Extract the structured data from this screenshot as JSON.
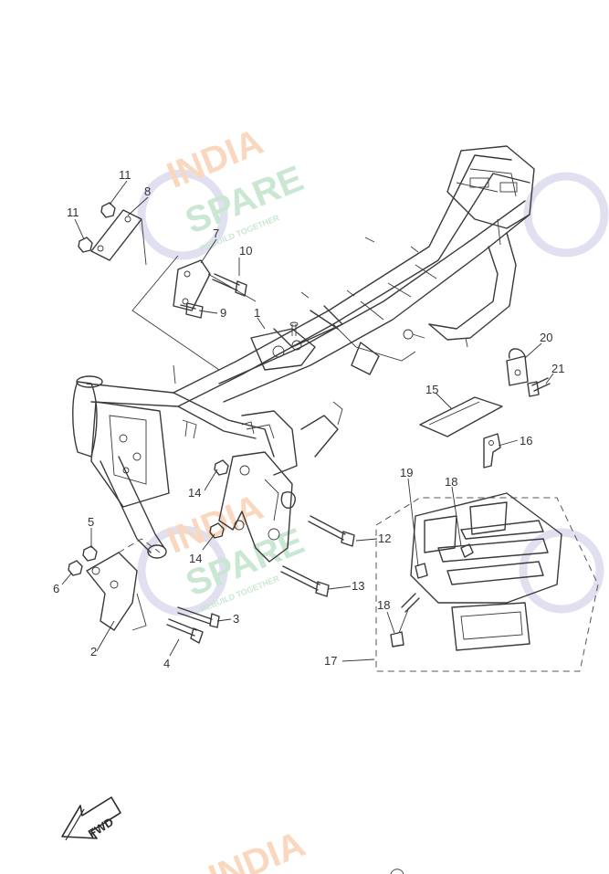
{
  "watermark": {
    "line1": "INDIA",
    "line2": "SPARE",
    "tagline": "REBUILD TOGETHER",
    "color_india": "#f6b98c",
    "color_spare": "#9fd4b0",
    "color_anchor": "#c7c7e6"
  },
  "callouts": {
    "c1": "1",
    "c2": "2",
    "c3": "3",
    "c4": "4",
    "c5": "5",
    "c6": "6",
    "c7": "7",
    "c8": "8",
    "c9": "9",
    "c10": "10",
    "c11a": "11",
    "c11b": "11",
    "c12": "12",
    "c13": "13",
    "c14a": "14",
    "c14b": "14",
    "c15": "15",
    "c16": "16",
    "c17": "17",
    "c18a": "18",
    "c18b": "18",
    "c19": "19",
    "c20": "20",
    "c21": "21"
  },
  "fwd_badge": {
    "label": "FWD",
    "icon": "forward-arrow-icon"
  }
}
